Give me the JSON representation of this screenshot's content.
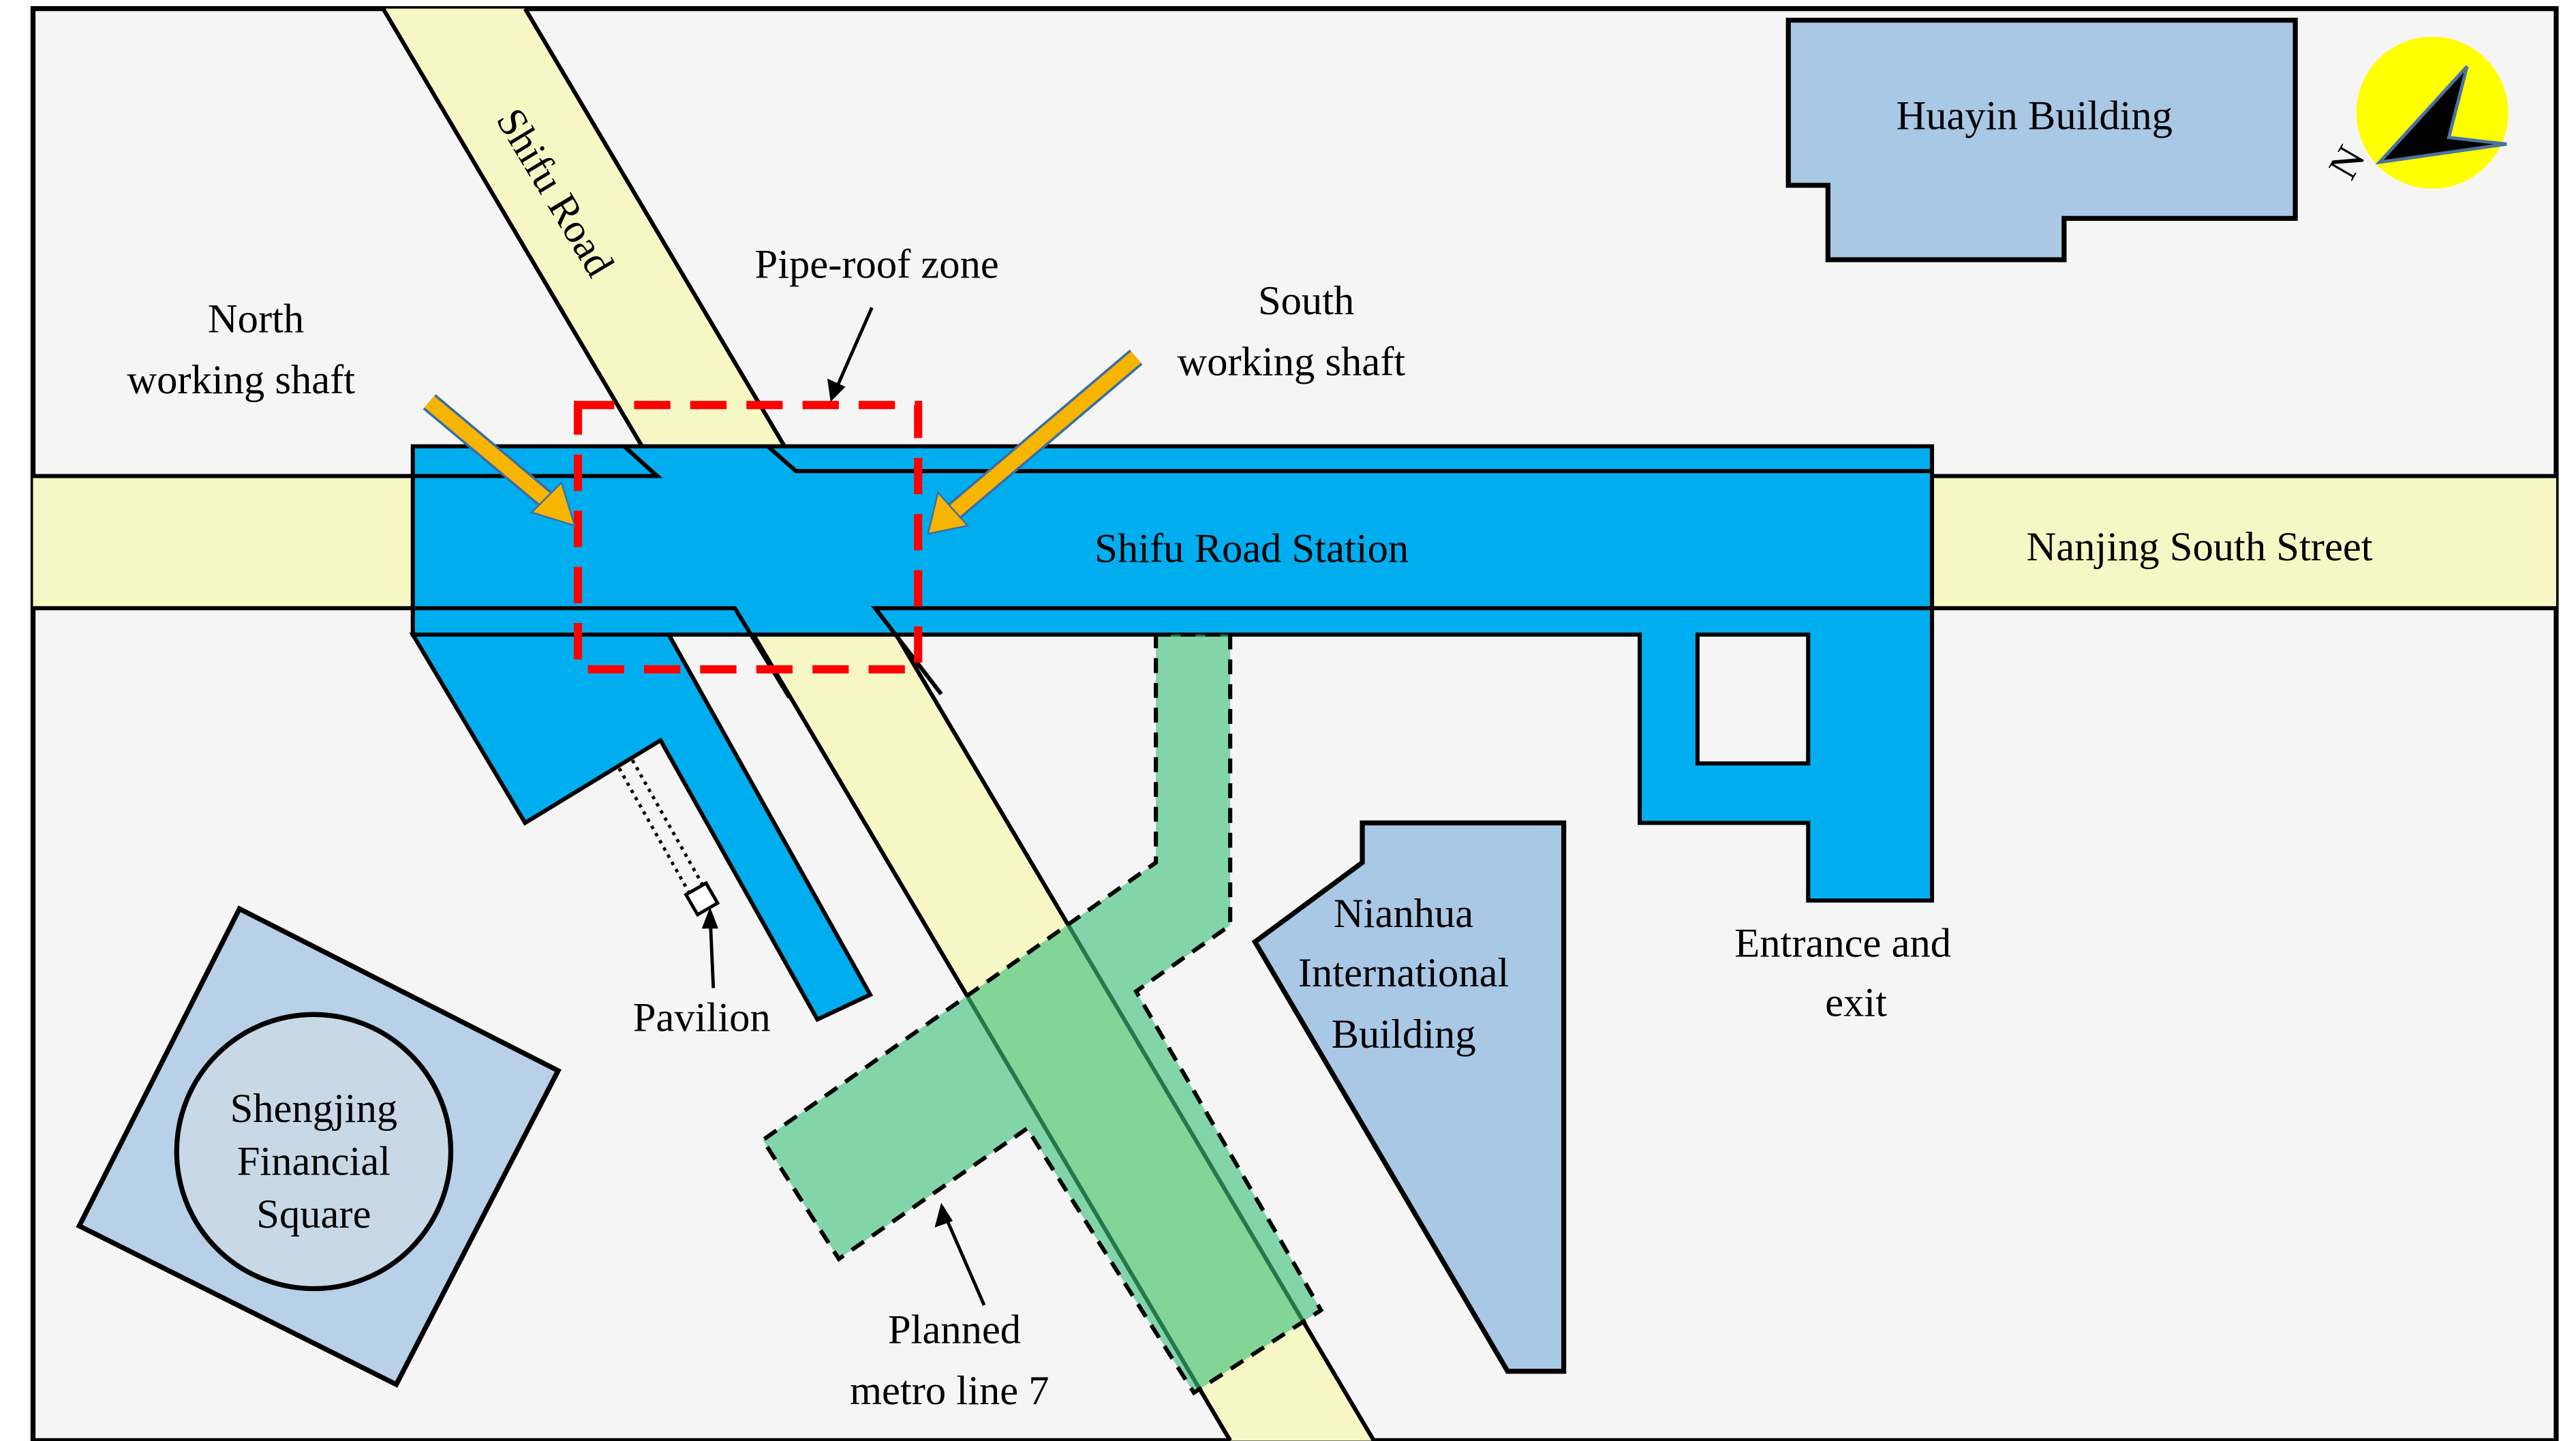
{
  "labels": {
    "shifu_road": "Shifu Road",
    "pipe_roof_zone": "Pipe-roof zone",
    "north_shaft_1": "North",
    "north_shaft_2": "working shaft",
    "south_shaft_1": "South",
    "south_shaft_2": "working shaft",
    "station": "Shifu Road Station",
    "nanjing_street": "Nanjing South Street",
    "huayin": "Huayin Building",
    "nianhua_1": "Nianhua",
    "nianhua_2": "International",
    "nianhua_3": "Building",
    "entrance_1": "Entrance and",
    "entrance_2": "exit",
    "pavilion": "Pavilion",
    "shengjing_1": "Shengjing",
    "shengjing_2": "Financial",
    "shengjing_3": "Square",
    "metro_1": "Planned",
    "metro_2": "metro line 7",
    "north": "N"
  },
  "colors": {
    "station": "#00aeef",
    "road": "#f7f7c6",
    "building": "#a9c8e5",
    "metro": "#3cc07a",
    "pipe_roof": "#ff0000",
    "shaft_arrow": "#f7b500",
    "compass": "#ffff00"
  }
}
